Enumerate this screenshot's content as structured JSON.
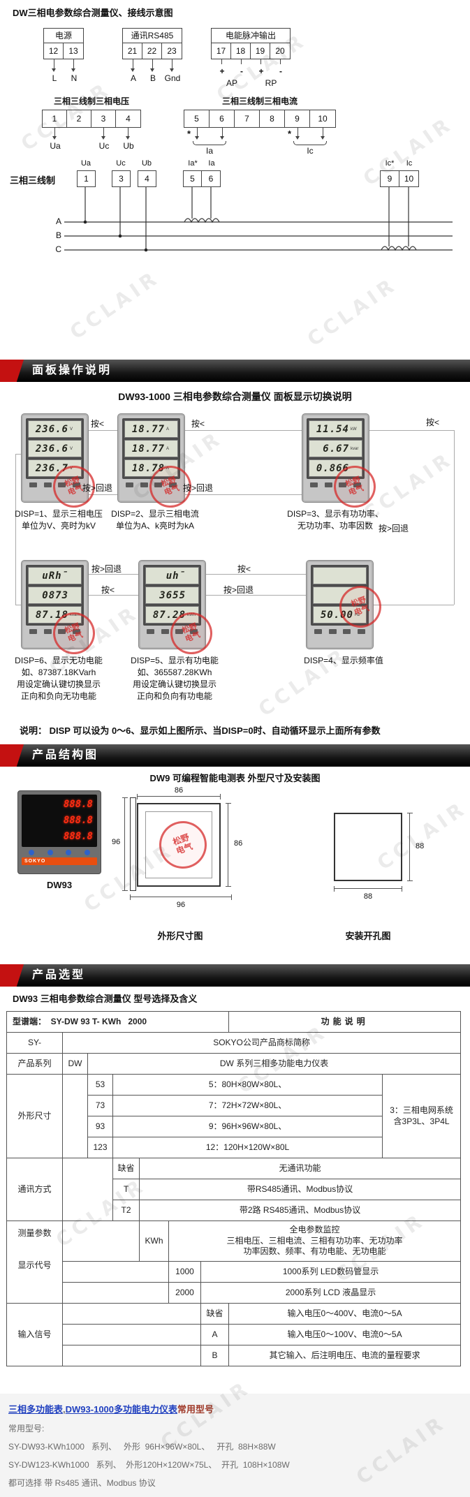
{
  "watermark": {
    "text": "CCLAIR"
  },
  "stamp": {
    "line1": "松野",
    "line2": "电气"
  },
  "wiring": {
    "title": "DW三相电参数综合测量仪、接线示意图",
    "power": {
      "label": "电源",
      "terminals": [
        "12",
        "13"
      ],
      "pins": [
        "L",
        "N"
      ]
    },
    "comm": {
      "label": "通讯RS485",
      "terminals": [
        "21",
        "22",
        "23"
      ],
      "pins": [
        "A",
        "B",
        "Gnd"
      ]
    },
    "pulse": {
      "label": "电能脉冲输出",
      "terminals": [
        "17",
        "18",
        "19",
        "20"
      ],
      "signs": [
        "+",
        "-",
        "+",
        "-"
      ],
      "pins": [
        "AP",
        "RP"
      ]
    },
    "voltage": {
      "label": "三相三线制三相电压",
      "terminals": [
        "1",
        "2",
        "3",
        "4"
      ],
      "pins": [
        "Ua",
        "Uc",
        "Ub"
      ]
    },
    "current": {
      "label": "三相三线制三相电流",
      "terminals": [
        "5",
        "6",
        "7",
        "8",
        "9",
        "10"
      ],
      "star": "*",
      "pins": [
        "Ia",
        "Ic"
      ]
    },
    "three_wire": {
      "label": "三相三线制",
      "volt_labels": [
        "Ua",
        "Uc",
        "Ub"
      ],
      "volt_terminals": [
        "1",
        "3",
        "4"
      ],
      "ct1_labels": [
        "Ia*",
        "Ia"
      ],
      "ct1_terminals": [
        "5",
        "6"
      ],
      "ct2_labels": [
        "Ic*",
        "Ic"
      ],
      "ct2_terminals": [
        "9",
        "10"
      ],
      "phases": [
        "A",
        "B",
        "C"
      ]
    }
  },
  "panel": {
    "banner": "面板操作说明",
    "subtitle": "DW93-1000 三相电参数综合测量仪  面板显示切换说明",
    "btn_next": "按<",
    "btn_back": "按>回退",
    "meters": [
      {
        "rows": [
          "236.6",
          "236.6",
          "236.7"
        ],
        "units": [
          "V",
          "V",
          "V"
        ],
        "caption": [
          "DISP=1、显示三相电压",
          "单位为V、亮时为kV"
        ]
      },
      {
        "rows": [
          "18.77",
          "18.77",
          "18.78"
        ],
        "units": [
          "A",
          "A",
          "A"
        ],
        "caption": [
          "DISP=2、显示三相电流",
          "单位为A、k亮时为kA"
        ]
      },
      {
        "rows": [
          "11.54",
          "6.67",
          "0.866"
        ],
        "units": [
          "kW",
          "kvar",
          ""
        ],
        "caption": [
          "DISP=3、显示有功功率、",
          "无功功率、功率因数"
        ]
      },
      {
        "rows": [
          "uRh¯",
          "0873",
          "87.18"
        ],
        "units": [
          "",
          "",
          "kvarh"
        ],
        "caption": [
          "DISP=6、显示无功电能",
          "如、87387.18KVarh",
          "用设定确认键切换显示",
          "正向和负向无功电能"
        ]
      },
      {
        "rows": [
          "uh¯",
          "3655",
          "87.28"
        ],
        "units": [
          "",
          "",
          "kWh"
        ],
        "caption": [
          "DISP=5、显示有功电能",
          "如、365587.28KWh",
          "用设定确认键切换显示",
          "正向和负向有功电能"
        ]
      },
      {
        "rows": [
          "",
          "",
          "50.00"
        ],
        "units": [
          "",
          "",
          "Hz"
        ],
        "caption": [
          "DISP=4、显示频率值"
        ]
      }
    ],
    "note": "说明：  DISP 可以设为 0～6、显示如上图所示、当DISP=0时、自动循环显示上面所有参数"
  },
  "structure": {
    "banner": "产品结构图",
    "subtitle": "DW9 可编程智能电测表 外型尺寸及安装图",
    "photo_label": "DW93",
    "photo_brand": "SOKYO",
    "photo_rows": [
      "888.8",
      "888.8",
      "888.8"
    ],
    "dim_top": "86",
    "dim_right": "86",
    "dim_bottom": "96",
    "dim_left": "96",
    "outline_label": "外形尺寸图",
    "hole_right": "88",
    "hole_bottom": "88",
    "hole_label": "安装开孔图"
  },
  "selection": {
    "banner": "产品选型",
    "subtitle": "DW93 三相电参数综合测量仪 型号选择及含义",
    "header_model": "型谱端：  SY-DW 93 T- KWh   2000",
    "header_desc": "功能说明",
    "sy": {
      "label": "SY-",
      "desc": "SOKYO公司产品商标简称"
    },
    "series": {
      "label": "产品系列",
      "code": "DW",
      "desc": "DW 系列三相多功能电力仪表"
    },
    "size": {
      "label": "外形尺寸",
      "rows": [
        {
          "code": "53",
          "desc": "5：80H×80W×80L、"
        },
        {
          "code": "73",
          "desc": "7：72H×72W×80L、"
        },
        {
          "code": "93",
          "desc": "9：96H×96W×80L、"
        },
        {
          "code": "123",
          "desc": "12：120H×120W×80L"
        }
      ],
      "note1": "3：三相电网系统",
      "note2": "含3P3L、3P4L"
    },
    "comm": {
      "label": "通讯方式",
      "rows": [
        {
          "code": "缺省",
          "desc": "无通讯功能"
        },
        {
          "code": "T",
          "desc": "带RS485通讯、Modbus协议"
        },
        {
          "code": "T2",
          "desc": "带2路 RS485通讯、Modbus协议"
        }
      ]
    },
    "meas": {
      "label1": "测量参数",
      "label2": "显示代号",
      "code": "KWh",
      "desc": [
        "全电参数监控",
        "三相电压、三相电流、三相有功功率、无功功率",
        "功率因数、频率、有功电能、无功电能"
      ],
      "displays": [
        {
          "code": "1000",
          "desc": "1000系列 LED数码管显示"
        },
        {
          "code": "2000",
          "desc": "2000系列 LCD 液晶显示"
        }
      ]
    },
    "input": {
      "label": "输入信号",
      "rows": [
        {
          "code": "缺省",
          "desc": "输入电压0～400V、电流0～5A"
        },
        {
          "code": "A",
          "desc": "输入电压0～100V、电流0～5A"
        },
        {
          "code": "B",
          "desc": "其它输入、后注明电压、电流的量程要求"
        }
      ]
    }
  },
  "footer": {
    "link1": "三相多功能表",
    "sep": ",",
    "link2": "DW93-1000多功能电力仪表",
    "suffix": "常用型号",
    "line2": "常用型号:",
    "line3": "SY-DW93-KWh1000   系列、   外形  96H×96W×80L、   开孔  88H×88W",
    "line4": "SY-DW123-KWh1000   系列、  外形120H×120W×75L、  开孔  108H×108W",
    "line5": "都可选择 带 Rs485 通讯、Modbus 协议"
  }
}
